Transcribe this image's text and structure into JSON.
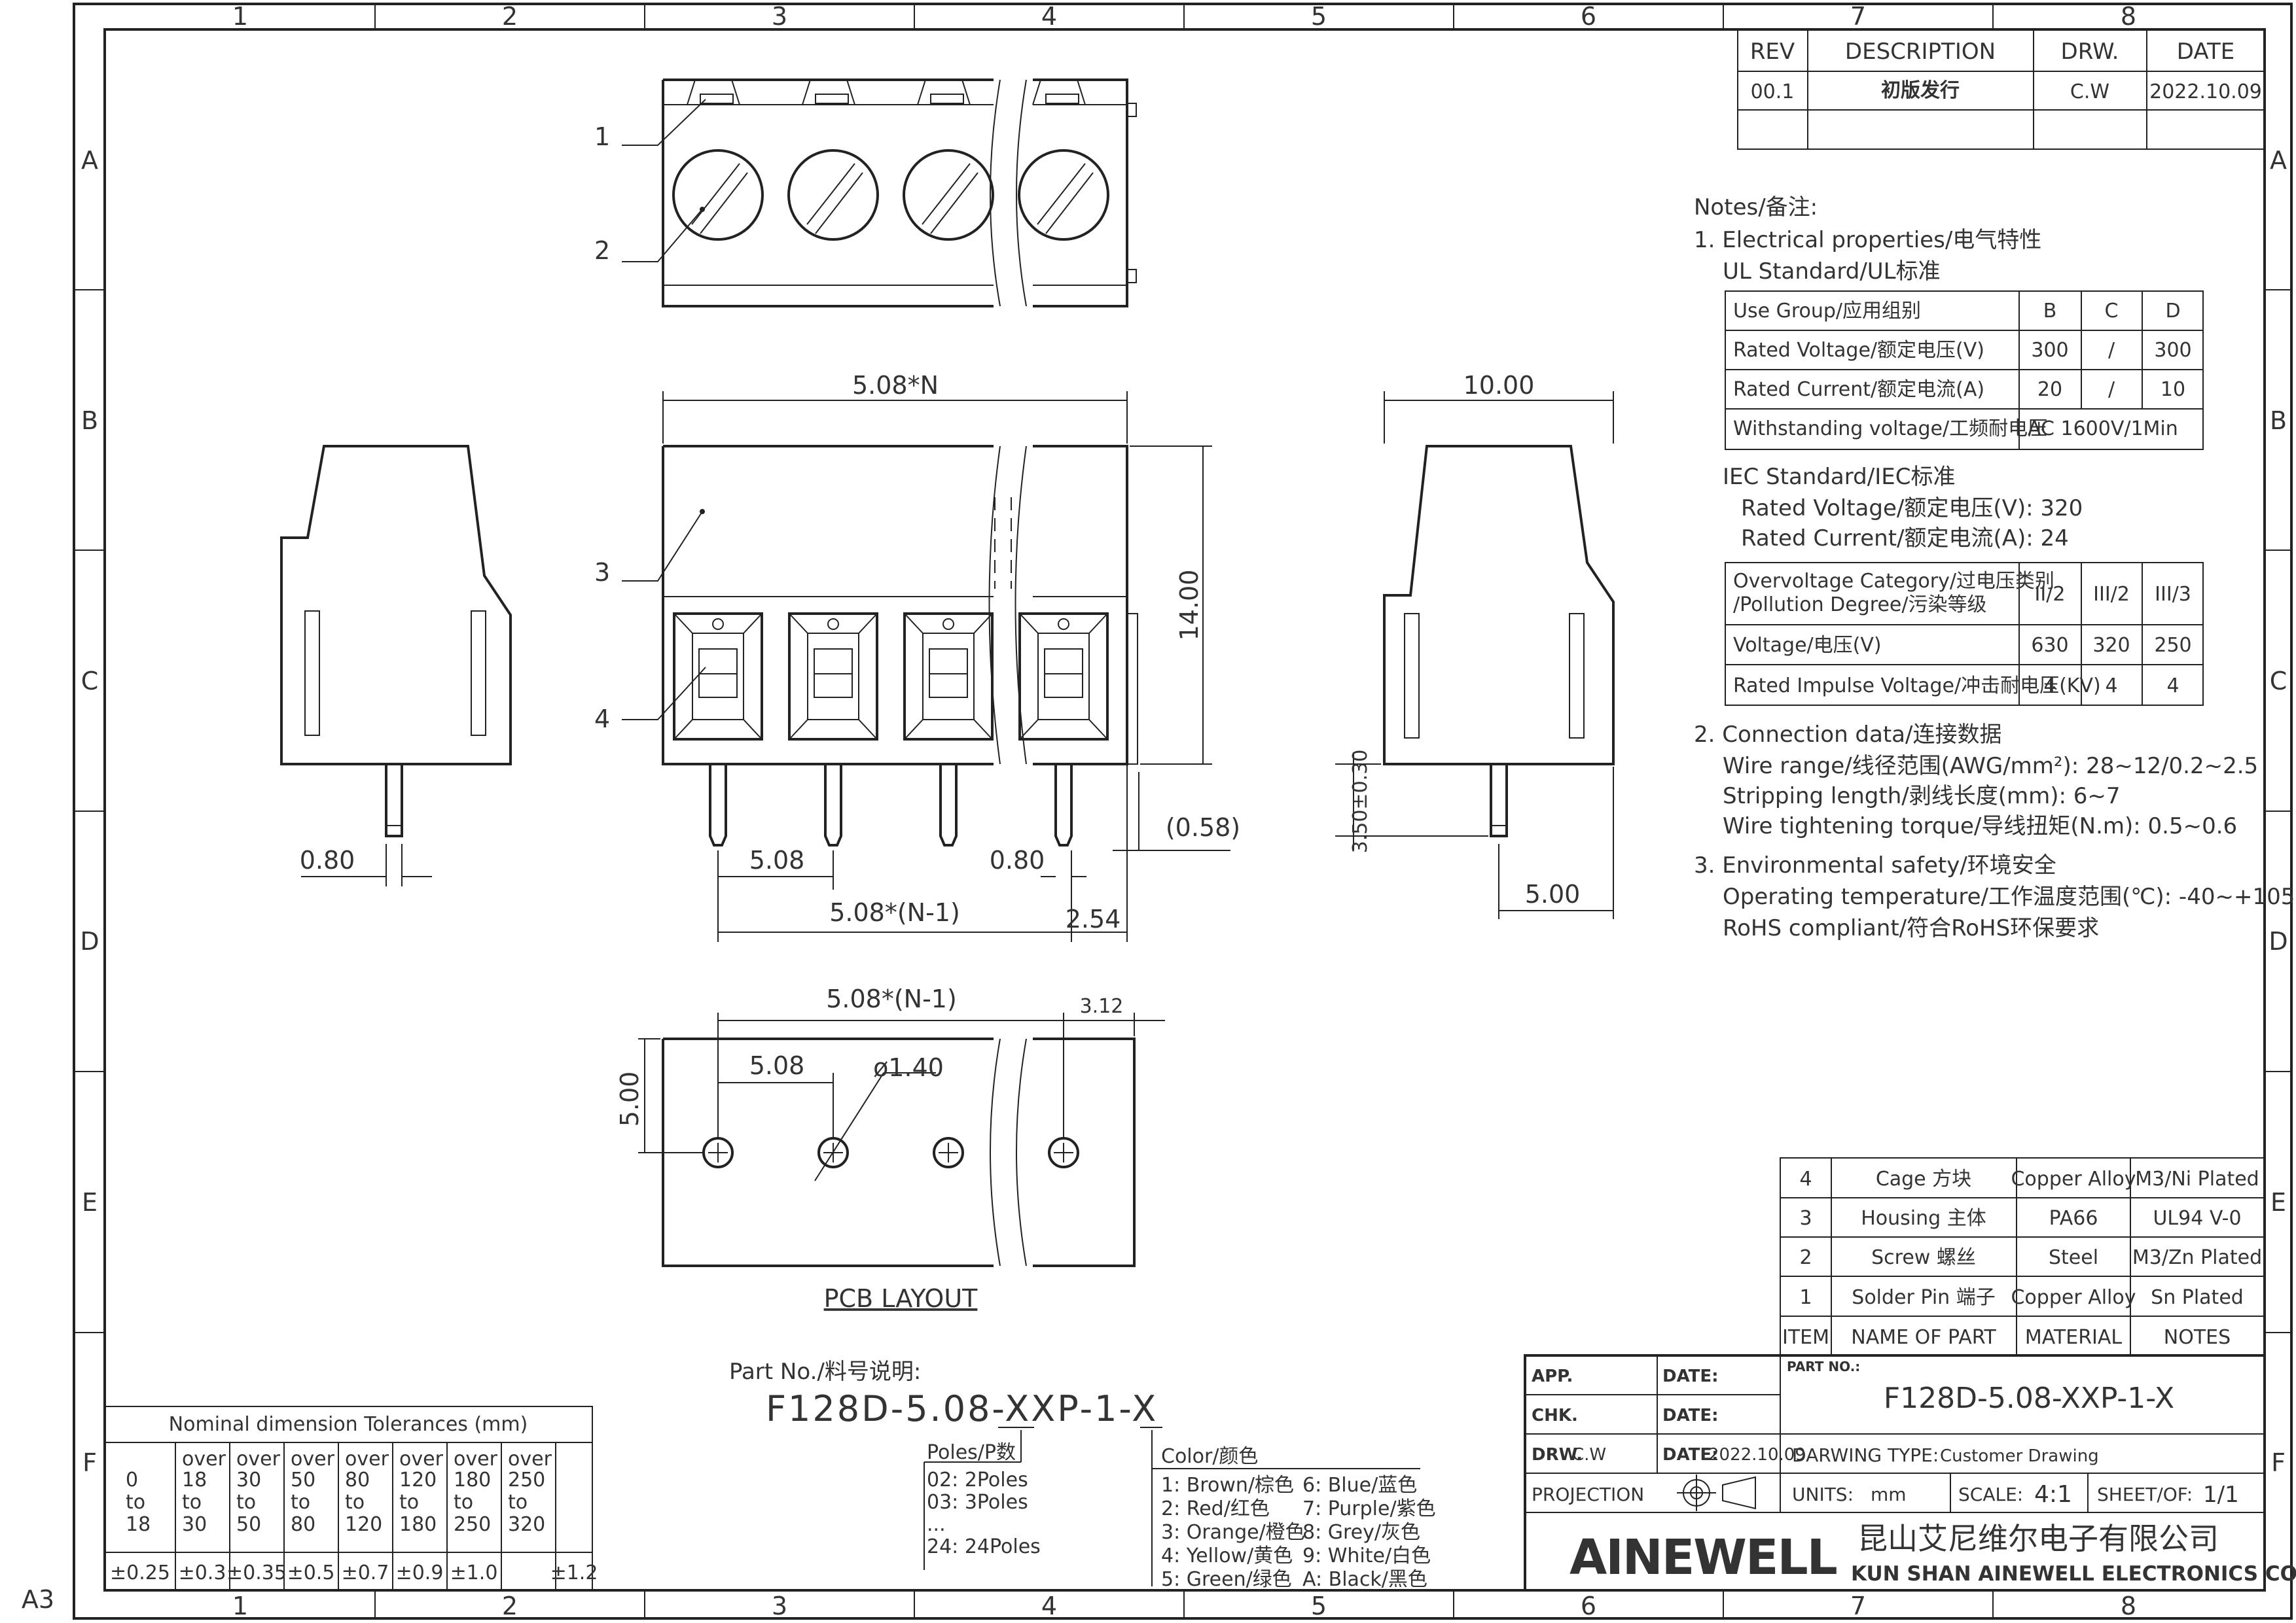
{
  "sheet": {
    "col_labels": [
      "1",
      "2",
      "3",
      "4",
      "5",
      "6",
      "7",
      "8"
    ],
    "row_labels": [
      "A",
      "B",
      "C",
      "D",
      "E",
      "F"
    ],
    "size_code": "A3"
  },
  "revision": {
    "headers": [
      "REV",
      "DESCRIPTION",
      "DRW.",
      "DATE"
    ],
    "rows": [
      [
        "00.1",
        "初版发行",
        "C.W",
        "2022.10.09"
      ]
    ]
  },
  "notes": {
    "title": "Notes/备注:",
    "s1": "1. Electrical properties/电气特性",
    "ul": "UL Standard/UL标准",
    "ul_table": {
      "header": [
        "Use Group/应用组别",
        "B",
        "C",
        "D"
      ],
      "rows": [
        [
          "Rated Voltage/额定电压(V)",
          "300",
          "/",
          "300"
        ],
        [
          "Rated Current/额定电流(A)",
          "20",
          "/",
          "10"
        ],
        [
          "Withstanding voltage/工频耐电压",
          "AC 1600V/1Min"
        ]
      ]
    },
    "iec": "IEC Standard/IEC标准",
    "iec_v": "Rated Voltage/额定电压(V): 320",
    "iec_a": "Rated Current/额定电流(A): 24",
    "iec_table": {
      "h1": "Overvoltage Category/过电压类别",
      "h2": "/Pollution Degree/污染等级",
      "cols": [
        "II/2",
        "III/2",
        "III/3"
      ],
      "rows": [
        [
          "Voltage/电压(V)",
          "630",
          "320",
          "250"
        ],
        [
          "Rated Impulse Voltage/冲击耐电压(KV)",
          "4",
          "4",
          "4"
        ]
      ]
    },
    "s2": "2. Connection data/连接数据",
    "wire": "Wire range/线径范围(AWG/mm²): 28~12/0.2~2.5",
    "strip": "Stripping length/剥线长度(mm): 6~7",
    "torque": "Wire tightening torque/导线扭矩(N.m): 0.5~0.6",
    "s3": "3. Environmental safety/环境安全",
    "temp": "Operating temperature/工作温度范围(℃): -40~+105",
    "rohs": "RoHS compliant/符合RoHS环保要求"
  },
  "dims": {
    "width_n": "5.08*N",
    "side_w": "10.00",
    "height": "14.00",
    "pin": "0.80",
    "pitch": "5.08",
    "pin2": "0.80",
    "offset": "(0.58)",
    "span": "5.08*(N-1)",
    "edge": "2.54",
    "pin_len": "3.50±0.30",
    "side_pin": "5.00",
    "pcb_span": "5.08*(N-1)",
    "pcb_edge": "3.12",
    "pcb_pitch": "5.08",
    "hole": "ø1.40",
    "pcb_h": "5.00",
    "pcb_label": "PCB LAYOUT",
    "callouts": [
      "1",
      "2",
      "3",
      "4"
    ]
  },
  "bom": {
    "rows": [
      [
        "4",
        "Cage 方块",
        "Copper Alloy",
        "M3/Ni Plated"
      ],
      [
        "3",
        "Housing 主体",
        "PA66",
        "UL94 V-0"
      ],
      [
        "2",
        "Screw 螺丝",
        "Steel",
        "M3/Zn Plated"
      ],
      [
        "1",
        "Solder Pin 端子",
        "Copper Alloy",
        "Sn Plated"
      ]
    ],
    "headers": [
      "ITEM",
      "NAME OF PART",
      "MATERIAL",
      "NOTES"
    ]
  },
  "part_no": {
    "label": "Part No./料号说明:",
    "code": "F128D-5.08-XXP-1-X",
    "poles_title": "Poles/P数",
    "poles": [
      "02: 2Poles",
      "03: 3Poles",
      "...",
      "24: 24Poles"
    ],
    "color_title": "Color/颜色",
    "colors_left": [
      "1: Brown/棕色",
      "2: Red/红色",
      "3: Orange/橙色",
      "4: Yellow/黄色",
      "5: Green/绿色"
    ],
    "colors_right": [
      "6: Blue/蓝色",
      "7: Purple/紫色",
      "8: Grey/灰色",
      "9: White/白色",
      "A: Black/黑色"
    ]
  },
  "tolerance": {
    "title": "Nominal dimension Tolerances (mm)",
    "ranges": [
      [
        "0",
        "to",
        "18"
      ],
      [
        "over",
        "18",
        "to",
        "30"
      ],
      [
        "over",
        "30",
        "to",
        "50"
      ],
      [
        "over",
        "50",
        "to",
        "80"
      ],
      [
        "over",
        "80",
        "to",
        "120"
      ],
      [
        "over",
        "120",
        "to",
        "180"
      ],
      [
        "over",
        "180",
        "to",
        "250"
      ],
      [
        "over",
        "250",
        "to",
        "320"
      ]
    ],
    "values": [
      "±0.25",
      "±0.3",
      "±0.35",
      "±0.5",
      "±0.7",
      "±0.9",
      "±1.0",
      "±1.2"
    ]
  },
  "title_block": {
    "app": "APP.",
    "chk": "CHK.",
    "drw": "DRW.",
    "drw_val": "C.W",
    "date": "DATE:",
    "drw_date": "2022.10.09",
    "projection": "PROJECTION",
    "part_no_label": "PART NO.:",
    "part_no": "F128D-5.08-XXP-1-X",
    "drawing_type_label": "DARWING TYPE:",
    "drawing_type": "Customer Drawing",
    "units_label": "UNITS:",
    "units": "mm",
    "scale_label": "SCALE:",
    "scale": "4:1",
    "sheet_label": "SHEET/OF:",
    "sheet": "1/1",
    "logo": "AINEWELL",
    "company_cn": "昆山艾尼维尔电子有限公司",
    "company_en": "KUN SHAN AINEWELL ELECTRONICS CO.,LTD"
  }
}
